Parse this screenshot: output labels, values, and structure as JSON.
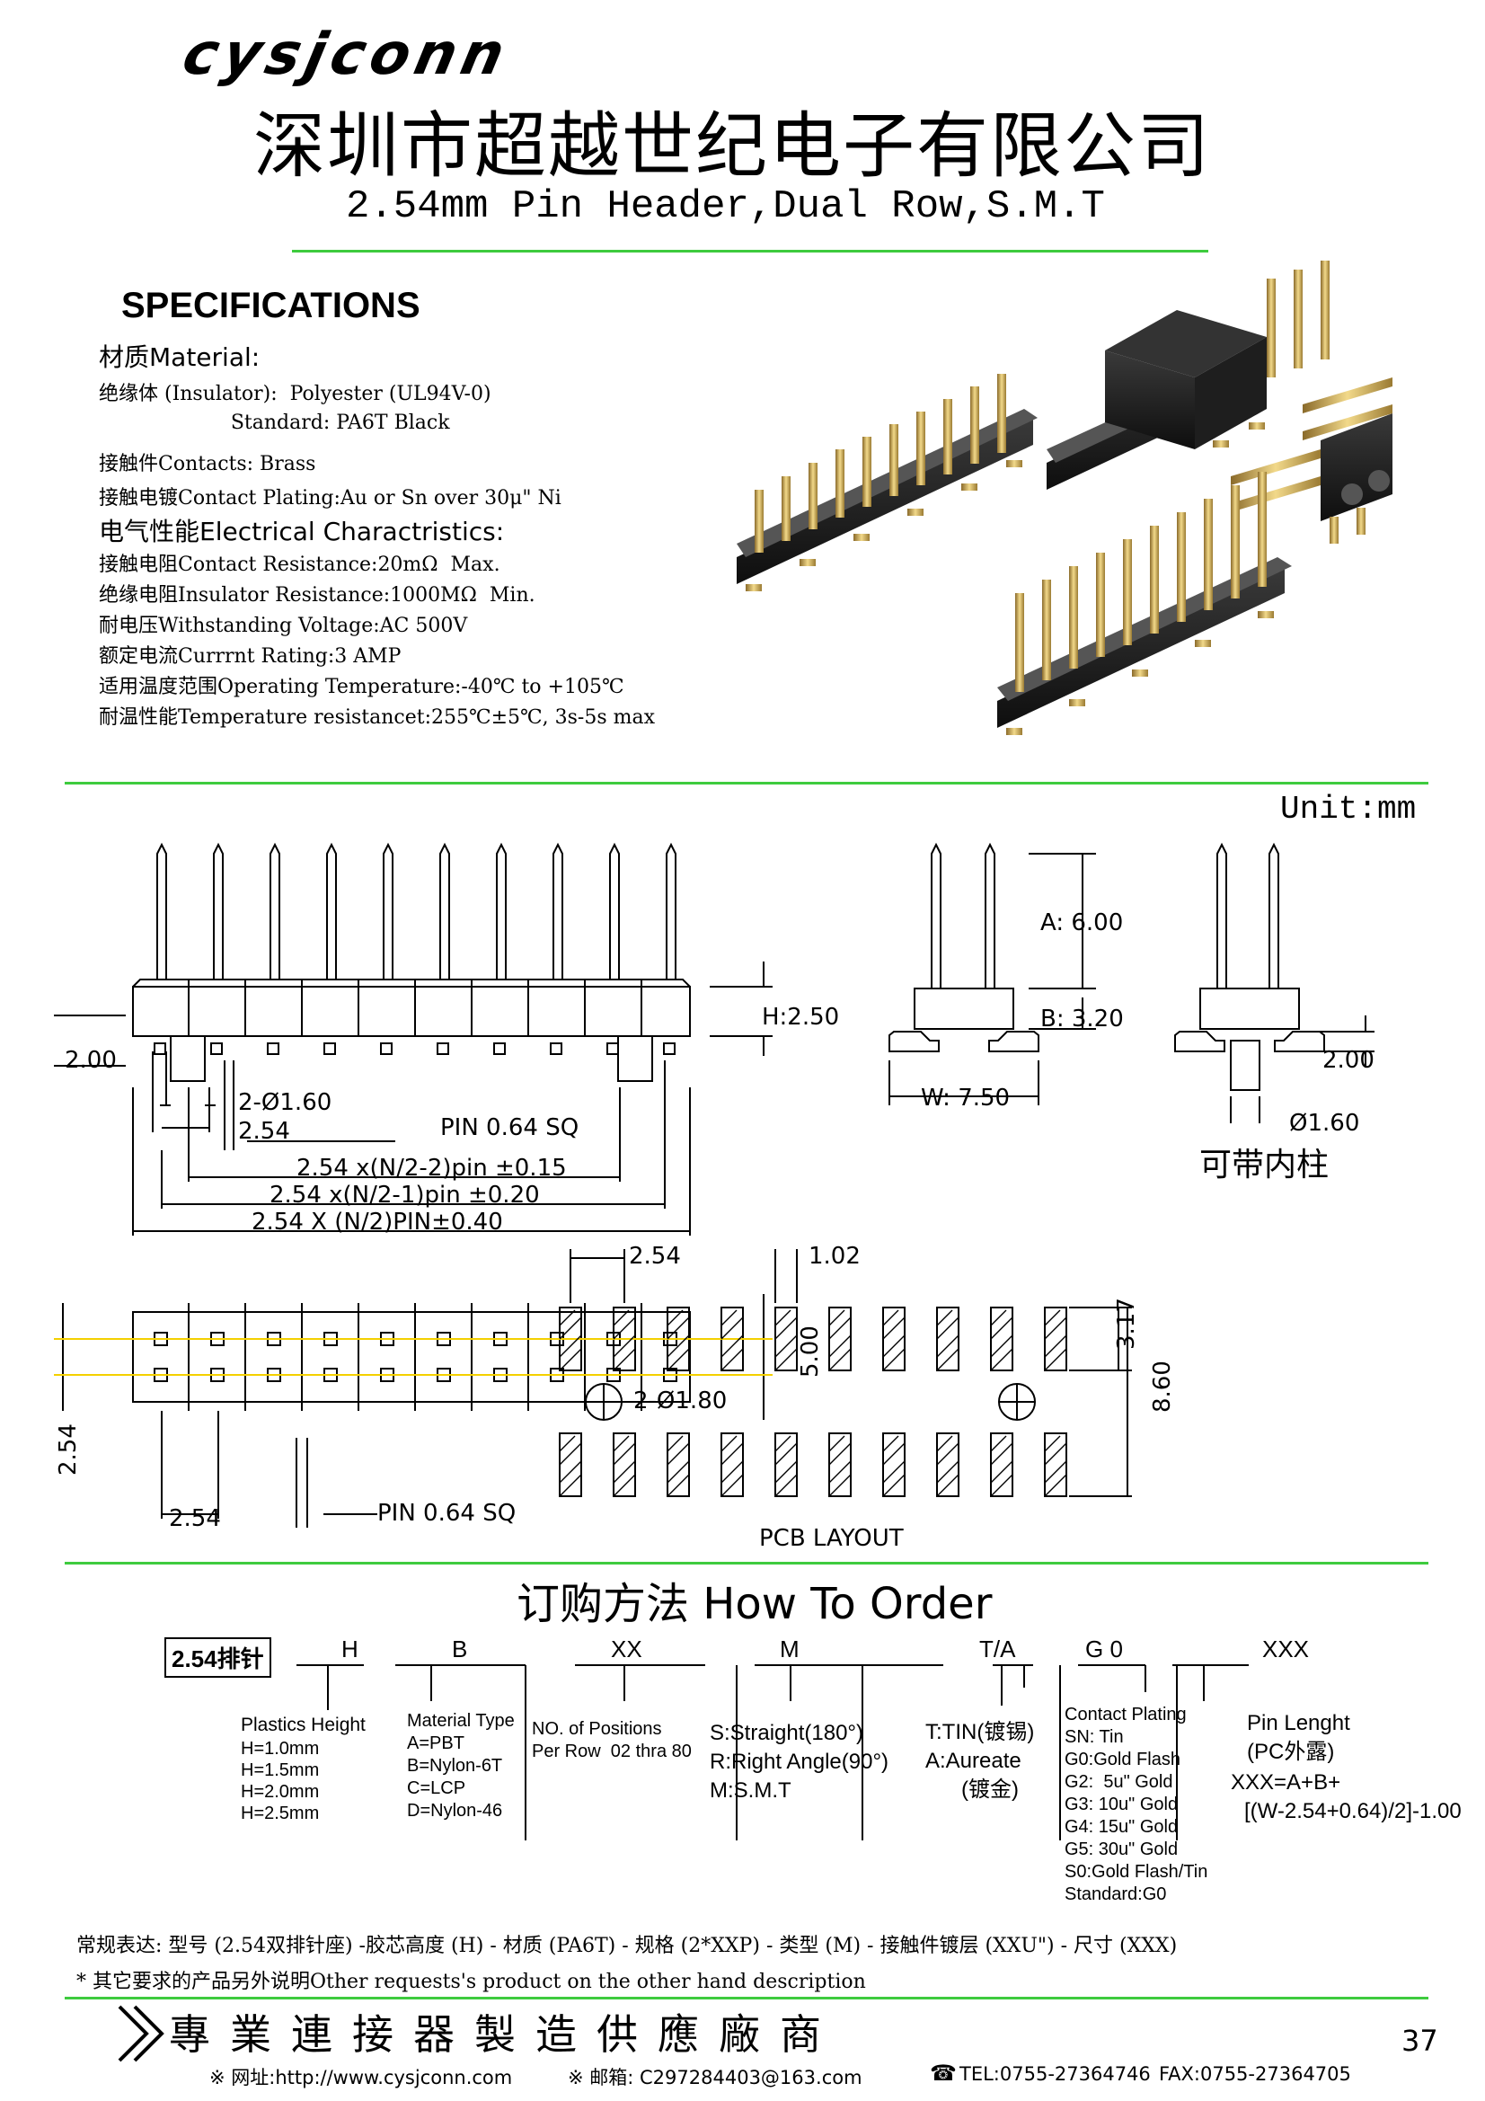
{
  "header": {
    "logo": "cysjconn",
    "company": "深圳市超越世纪电子有限公司",
    "subtitle": "2.54mm Pin Header,Dual Row,S.M.T"
  },
  "specs": {
    "title": "SPECIFICATIONS",
    "lines": [
      "材质Material:",
      "绝缘体 (Insulator):  Polyester (UL94V-0)",
      "                     Standard: PA6T Black",
      "接触件Contacts: Brass",
      "接触电镀Contact Plating:Au or Sn over 30μ\" Ni",
      "电气性能Electrical Charactristics:",
      "接触电阻Contact Resistance:20mΩ  Max.",
      "绝缘电阻Insulator Resistance:1000MΩ  Min.",
      "耐电压Withstanding Voltage:AC 500V",
      "额定电流Currrnt Rating:3 AMP",
      "适用温度范围Operating Temperature:-40℃ to +105℃",
      "耐温性能Temperature resistancet:255℃±5℃, 3s-5s max"
    ]
  },
  "drawing": {
    "unit": "Unit:mm",
    "dims": {
      "h250": "H:2.50",
      "d200a": "2.00",
      "hole": "2-Ø1.60",
      "p254a": "2.54",
      "pin064": "PIN 0.64 SQ",
      "n2_2": "2.54 x(N/2-2)pin ±0.15",
      "n2_1": "2.54 x(N/2-1)pin ±0.20",
      "n2": "2.54 X (N/2)PIN±0.40",
      "a600": "A: 6.00",
      "b320": "B: 3.20",
      "w750": "W: 7.50",
      "d200b": "2.00",
      "d160": "Ø1.60",
      "post_label": "可带内柱",
      "p254b": "2.54",
      "p254c": "2.54",
      "pin064b": "PIN 0.64 SQ",
      "d500": "5.00",
      "p254d": "2.54",
      "d102": "1.02",
      "d317": "3.17",
      "d860": "8.60",
      "d180": "2-Ø1.80",
      "pcb_label": "PCB LAYOUT"
    }
  },
  "order": {
    "title": "订购方法 How To Order",
    "code_box": "2.54排针",
    "codes": [
      "H",
      "B",
      "XX",
      "M",
      "T/A",
      "G 0",
      "XXX"
    ],
    "height": [
      "Plastics Height",
      "H=1.0mm",
      "H=1.5mm",
      "H=2.0mm",
      "H=2.5mm"
    ],
    "material": [
      "Material Type",
      "A=PBT",
      "B=Nylon-6T",
      "C=LCP",
      "D=Nylon-46"
    ],
    "positions": [
      "NO. of Positions",
      "Per Row  02 thra 80"
    ],
    "type": [
      "S:Straight(180°)",
      "R:Right Angle(90°)",
      "M:S.M.T"
    ],
    "tin": [
      "T:TIN(镀锡)",
      "A:Aureate",
      "      (镀金)"
    ],
    "plating": [
      "Contact Plating",
      "SN: Tin",
      "G0:Gold Flash",
      "G2:  5u\" Gold",
      "G3: 10u\" Gold",
      "G4: 15u\" Gold",
      "G5: 30u\" Gold",
      "S0:Gold Flash/Tin",
      "Standard:G0"
    ],
    "length": [
      "Pin Lenght",
      "(PC外露)",
      "XXX=A+B+",
      "[(W-2.54+0.64)/2]-1.00"
    ],
    "note1": "常规表达: 型号 (2.54双排针座) -胶芯高度 (H) - 材质 (PA6T) - 规格 (2*XXP) - 类型 (M) - 接触件镀层 (XXU\") - 尺寸 (XXX)",
    "note2": "* 其它要求的产品另外说明Other requests's product on the other hand description"
  },
  "footer": {
    "slogan": "專業連接器製造供應廠商",
    "web": "※ 网址:http://www.cysjconn.com",
    "email": "※ 邮箱: C297284403@163.com",
    "tel": "TEL:0755-27364746",
    "fax": "FAX:0755-27364705",
    "page": "37"
  }
}
